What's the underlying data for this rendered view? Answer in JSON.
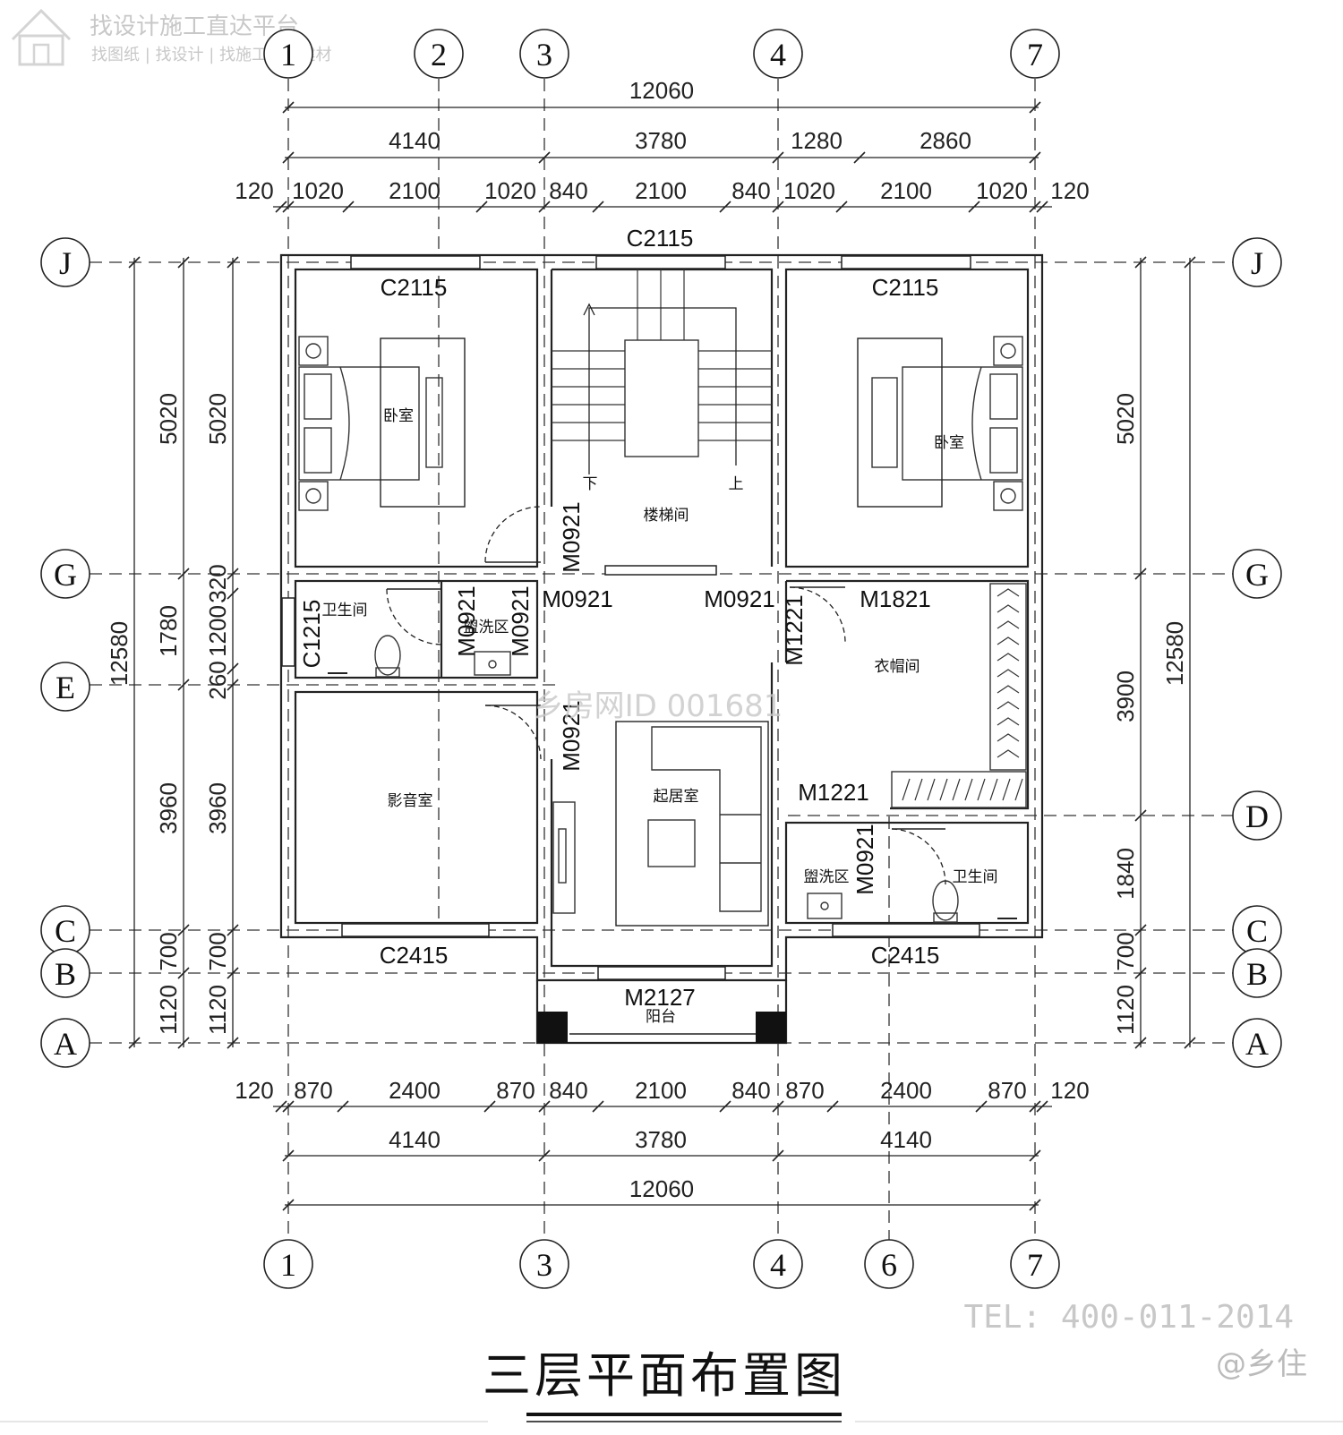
{
  "title": "三层平面布置图",
  "phone": "TEL: 400-011-2014",
  "handle": "@乡住",
  "watermark_tl": {
    "line1": "找设计施工直达平台",
    "line2": "找图纸 | 找设计 | 找施工 | 找建材"
  },
  "watermark_center": "乡房网ID 001681",
  "axes_top": [
    "1",
    "2",
    "3",
    "4",
    "7"
  ],
  "axes_bottom": [
    "1",
    "3",
    "4",
    "6",
    "7"
  ],
  "axes_left": [
    "J",
    "G",
    "E",
    "C",
    "B",
    "A"
  ],
  "axes_right": [
    "J",
    "G",
    "D",
    "C",
    "B",
    "A"
  ],
  "dims_top": {
    "total": "12060",
    "row2": [
      "4140",
      "3780",
      "1280",
      "2860"
    ],
    "row3": [
      "120",
      "1020",
      "2100",
      "1020",
      "840",
      "2100",
      "840",
      "1020",
      "2100",
      "1020",
      "120"
    ]
  },
  "dims_bottom": {
    "row1": [
      "120",
      "870",
      "2400",
      "870",
      "840",
      "2100",
      "840",
      "870",
      "2400",
      "870",
      "120"
    ],
    "row2": [
      "4140",
      "3780",
      "4140"
    ],
    "total": "12060"
  },
  "dims_left": {
    "total": "12580",
    "outer": [
      "5020",
      "1780",
      "3960",
      "700",
      "1120"
    ],
    "inner": [
      "5020",
      "320",
      "1200",
      "260",
      "3960",
      "700",
      "1120"
    ]
  },
  "dims_right": {
    "total": "12580",
    "inner": [
      "5020",
      "3900",
      "1840",
      "700",
      "1120"
    ]
  },
  "rooms": {
    "bedroom_left": "卧室",
    "bedroom_right": "卧室",
    "stair": "楼梯间",
    "bath_left": "卫生间",
    "wash_left": "盥洗区",
    "cloak": "衣帽间",
    "av_room": "影音室",
    "living": "起居室",
    "wash_right": "盥洗区",
    "bath_right": "卫生间",
    "balcony": "阳台",
    "down": "下",
    "up": "上"
  },
  "codes": {
    "c2115_a": "C2115",
    "c2115_b": "C2115",
    "c2115_c": "C2115",
    "c1215": "C1215",
    "c2415_a": "C2415",
    "c2415_b": "C2415",
    "m0921_a": "M0921",
    "m0921_b": "M0921",
    "m0921_c": "M0921",
    "m0921_d": "M0921",
    "m0921_e": "M0921",
    "m0921_f": "M0921",
    "m0921_g": "M0921",
    "m1821": "M1821",
    "m1221_a": "M1221",
    "m1221_b": "M1221",
    "m2127": "M2127"
  }
}
